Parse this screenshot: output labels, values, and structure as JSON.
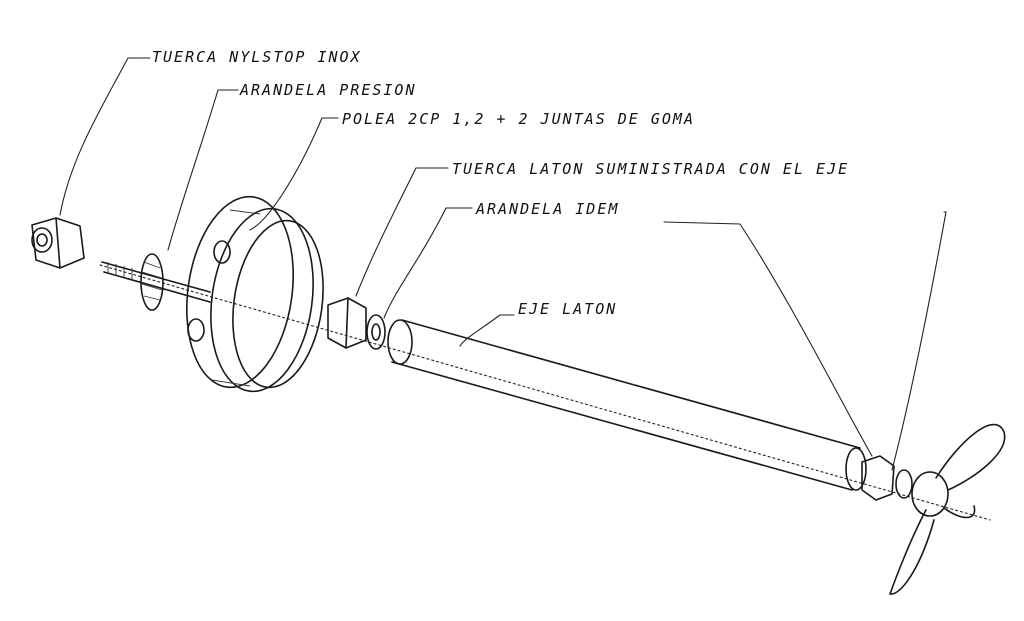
{
  "labels": {
    "nylstop": "TUERCA NYLSTOP INOX",
    "arandela_presion": "ARANDELA PRESION",
    "polea": "POLEA 2CP 1,2 + 2 JUNTAS DE GOMA",
    "tuerca_laton": "TUERCA LATON SUMINISTRADA CON EL EJE",
    "arandela_idem": "ARANDELA IDEM",
    "eje_laton": "EJE LATON"
  }
}
